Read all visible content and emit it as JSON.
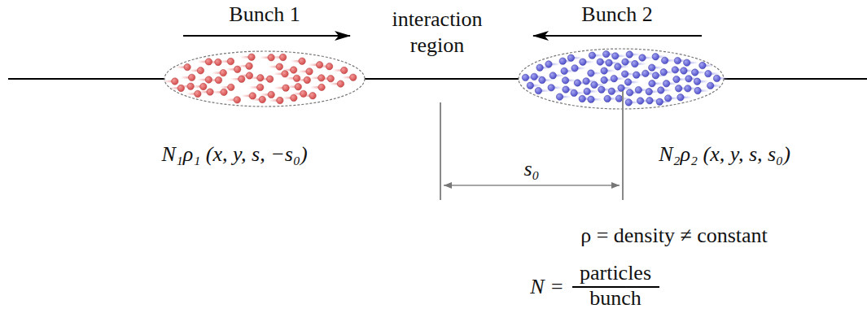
{
  "diagram": {
    "labels": [
      "Bunch 1",
      "interaction region",
      "Bunch 2",
      "N₁ρ₁ (x, y, s, −s₀)",
      "N₂ρ₂ (x, y, s, s₀)",
      "s₀",
      "ρ = density ≠ constant",
      "N =",
      "particles",
      "bunch"
    ]
  }
}
